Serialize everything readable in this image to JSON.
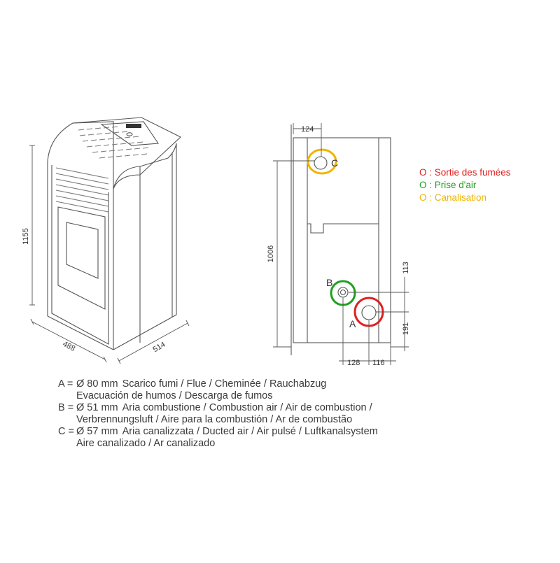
{
  "dimensions": {
    "height_stove": "1155",
    "width_front": "488",
    "depth_side": "514",
    "top_offset": "124",
    "height_outlet": "1006",
    "side_113": "113",
    "side_191": "191",
    "bottom_128": "128",
    "bottom_116": "116"
  },
  "marker_labels": {
    "a": "A",
    "b": "B",
    "c": "C"
  },
  "legend": {
    "items": [
      {
        "text": "O : Sortie des fumées",
        "color": "#e0201e"
      },
      {
        "text": "O : Prise d'air",
        "color": "#1fa01f"
      },
      {
        "text": "O : Canalisation",
        "color": "#f0b400"
      }
    ]
  },
  "notes": [
    {
      "key": "A =",
      "size": "Ø 80 mm",
      "line1": "Scarico fumi / Flue / Cheminée / Rauchabzug",
      "line2": "Evacuación de humos / Descarga de fumos"
    },
    {
      "key": "B =",
      "size": "Ø 51 mm",
      "line1": "Aria combustione / Combustion air / Air de combustion /",
      "line2": "Verbrennungsluft / Aire para la combustión / Ar de combustão"
    },
    {
      "key": "C =",
      "size": "Ø 57 mm",
      "line1": "Aria canalizzata / Ducted air / Air pulsé / Luftkanalsystem",
      "line2": "Aire canalizado / Ar canalizado"
    }
  ],
  "colors": {
    "red": "#e0201e",
    "green": "#1fa01f",
    "yellow": "#f0b400",
    "line": "#555555"
  }
}
